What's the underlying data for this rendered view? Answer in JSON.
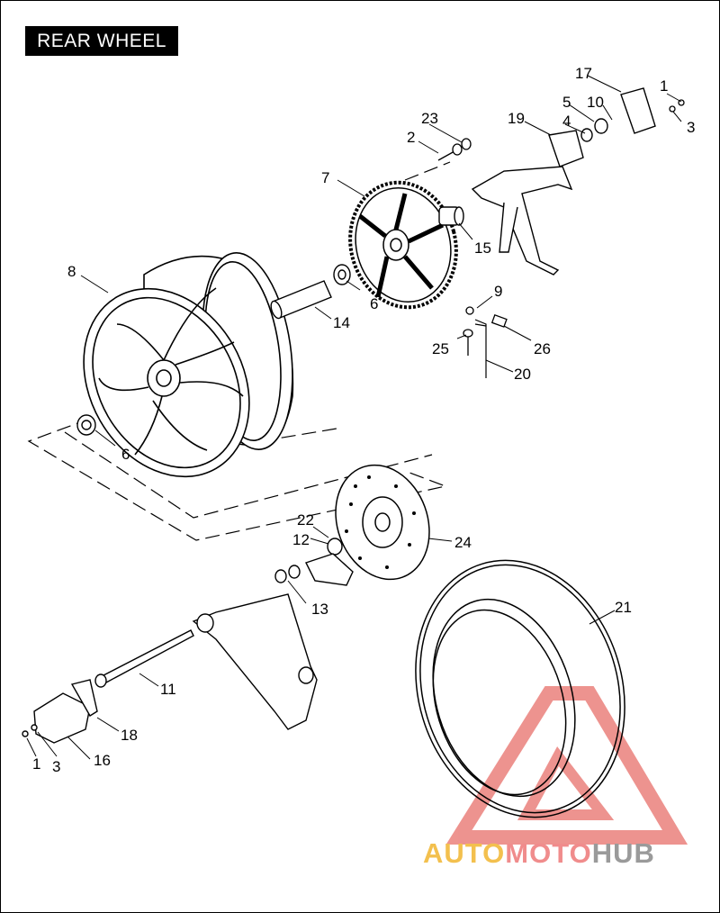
{
  "title": "REAR WHEEL",
  "watermark": {
    "part1": "AUTO",
    "part2": "MOTO",
    "part3": "HUB"
  },
  "callouts": {
    "c1a": "1",
    "c1b": "1",
    "c2": "2",
    "c3a": "3",
    "c3b": "3",
    "c4": "4",
    "c5": "5",
    "c6a": "6",
    "c6b": "6",
    "c7": "7",
    "c8": "8",
    "c9": "9",
    "c10": "10",
    "c11": "11",
    "c12": "12",
    "c13": "13",
    "c14": "14",
    "c15": "15",
    "c16": "16",
    "c17": "17",
    "c18": "18",
    "c19": "19",
    "c20": "20",
    "c21": "21",
    "c22": "22",
    "c23": "23",
    "c24": "24",
    "c25": "25",
    "c26": "26"
  },
  "colors": {
    "line": "#000000",
    "watermark_red": "#e8706a",
    "watermark_yellow": "#f3c04e",
    "watermark_gray": "#9a9a9a"
  }
}
